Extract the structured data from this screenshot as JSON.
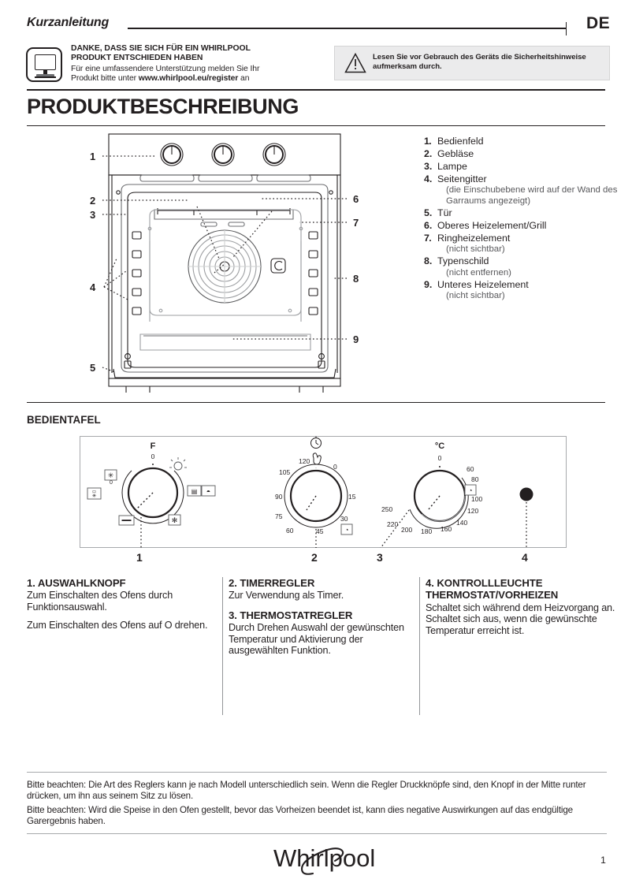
{
  "header": {
    "doc_type": "Kurzanleitung",
    "language": "DE"
  },
  "thanks": {
    "title_line1": "DANKE, DASS SIE SICH FÜR EIN WHIRLPOOL",
    "title_line2": "PRODUKT ENTSCHIEDEN HABEN",
    "body_line1": "Für eine umfassendere Unterstützung melden Sie Ihr",
    "body_line2_pre": "Produkt bitte unter ",
    "body_line2_url": "www.whirlpool.eu/register",
    "body_line2_post": " an",
    "icon": "monitor-icon"
  },
  "warning": {
    "icon": "warning-triangle-icon",
    "text_line1": "Lesen Sie vor Gebrauch des Geräts die Sicherheitshinweise",
    "text_line2": "aufmerksam durch."
  },
  "product_description": {
    "heading": "PRODUKTBESCHREIBUNG",
    "legend": [
      {
        "num": "1.",
        "label": "Bedienfeld",
        "sub": ""
      },
      {
        "num": "2.",
        "label": "Gebläse",
        "sub": ""
      },
      {
        "num": "3.",
        "label": "Lampe",
        "sub": ""
      },
      {
        "num": "4.",
        "label": "Seitengitter",
        "sub": "(die Einschubebene wird auf der Wand des Garraums angezeigt)"
      },
      {
        "num": "5.",
        "label": "Tür",
        "sub": ""
      },
      {
        "num": "6.",
        "label": "Oberes Heizelement/Grill",
        "sub": ""
      },
      {
        "num": "7.",
        "label": "Ringheizelement",
        "sub": "(nicht sichtbar)"
      },
      {
        "num": "8.",
        "label": "Typenschild",
        "sub": "(nicht entfernen)"
      },
      {
        "num": "9.",
        "label": "Unteres Heizelement",
        "sub": "(nicht sichtbar)"
      }
    ],
    "diagram_callouts": [
      "1",
      "2",
      "3",
      "4",
      "5",
      "6",
      "7",
      "8",
      "9"
    ]
  },
  "control_panel": {
    "heading": "BEDIENTAFEL",
    "callout_numbers": [
      "1",
      "2",
      "3",
      "4"
    ],
    "selector_knob": {
      "label": "F",
      "zero": "0",
      "icons": [
        "defrost-icon",
        "lamp-icon",
        "fan-bake-icon",
        "conventional-icon",
        "grill-icon",
        "bottom-heat-icon",
        "fan-grill-icon"
      ]
    },
    "timer_knob": {
      "icon": "clock-icon",
      "hand_icon": "hand-icon",
      "ticks": [
        "0",
        "15",
        "30",
        "45",
        "60",
        "75",
        "90",
        "105",
        "120"
      ],
      "tick_icon": "timer-icon"
    },
    "thermostat_knob": {
      "label": "°C",
      "zero": "0",
      "ticks": [
        "60",
        "80",
        "100",
        "120",
        "140",
        "160",
        "180",
        "200",
        "220",
        "250"
      ],
      "tick_icon": "thermo-icon"
    },
    "indicator_light": {
      "name": "preheat-indicator-light",
      "color": "#231f20"
    }
  },
  "descriptions": [
    {
      "title": "1. AUSWAHLKNOPF",
      "paragraphs": [
        "Zum Einschalten des Ofens durch Funktionsauswahl.",
        "Zum Einschalten des Ofens auf  O drehen."
      ]
    },
    {
      "title": "2. TIMERREGLER",
      "paragraphs": [
        "Zur Verwendung als Timer."
      ]
    },
    {
      "title": "3. THERMOSTATREGLER",
      "paragraphs": [
        "Durch Drehen Auswahl der gewünschten Temperatur und Aktivierung der ausgewählten Funktion."
      ]
    },
    {
      "title": "4. KONTROLLLEUCHTE THERMOSTAT/VORHEIZEN",
      "paragraphs": [
        "Schaltet sich während dem Heizvorgang an. Schaltet sich aus, wenn die gewünschte Temperatur erreicht ist."
      ]
    }
  ],
  "footnotes": [
    "Bitte beachten: Die Art des Reglers kann je nach Modell unterschiedlich sein. Wenn die Regler Druckknöpfe sind, den Knopf in der Mitte runter drücken, um ihn aus seinem Sitz zu lösen.",
    "Bitte beachten: Wird die Speise in den Ofen gestellt, bevor das Vorheizen beendet ist, kann dies negative Auswirkungen auf das endgültige Garergebnis haben."
  ],
  "footer": {
    "brand": "Whirlpool",
    "page_number": "1"
  }
}
